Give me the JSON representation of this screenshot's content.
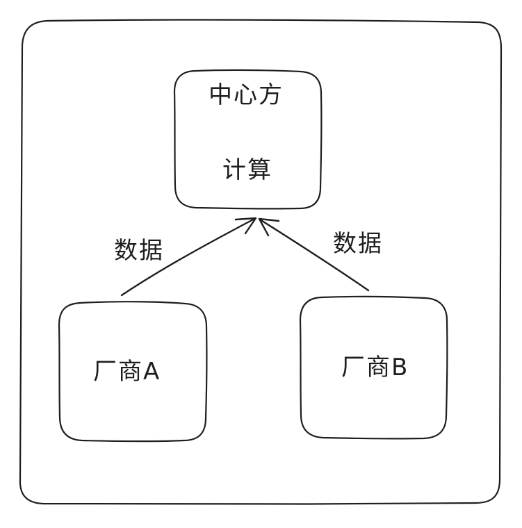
{
  "diagram": {
    "nodes": {
      "center": {
        "line1": "中心方",
        "line2": "计算"
      },
      "vendor_a": {
        "label": "厂商A"
      },
      "vendor_b": {
        "label": "厂商B"
      }
    },
    "edges": [
      {
        "from": "厂商A",
        "to": "中心方",
        "label": "数据"
      },
      {
        "from": "厂商B",
        "to": "中心方",
        "label": "数据"
      }
    ],
    "colors": {
      "stroke": "#1e1e1e",
      "background": "#ffffff"
    }
  }
}
